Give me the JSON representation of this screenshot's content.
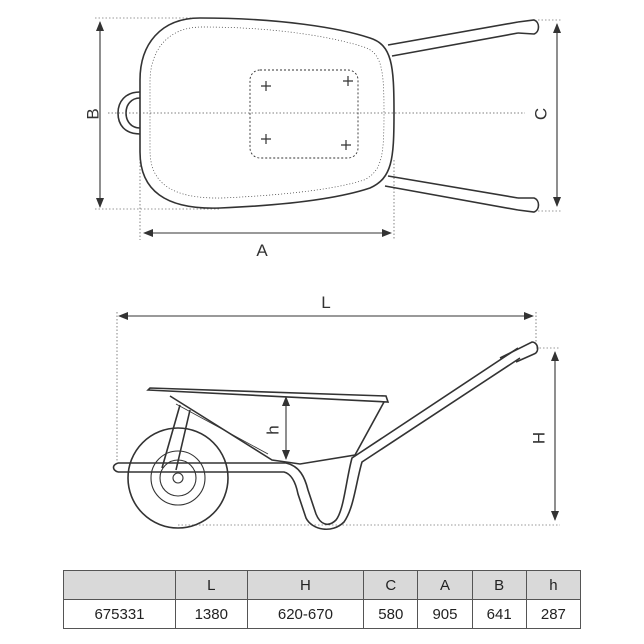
{
  "drawing": {
    "top_view": {
      "dim_a": "A",
      "dim_b": "B",
      "dim_c": "C"
    },
    "side_view": {
      "dim_l": "L",
      "dim_h": "H",
      "dim_h_small": "h"
    }
  },
  "table": {
    "headers": [
      "",
      "L",
      "H",
      "C",
      "A",
      "B",
      "h"
    ],
    "rows": [
      [
        "675331",
        "1380",
        "620-670",
        "580",
        "905",
        "641",
        "287"
      ]
    ]
  }
}
